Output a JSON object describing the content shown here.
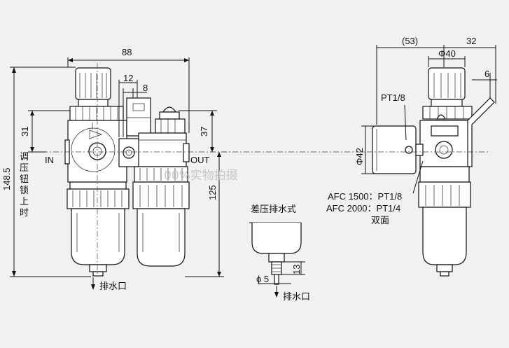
{
  "dimensions": {
    "width_88": "88",
    "d12": "12",
    "d8": "8",
    "d31": "31",
    "d37": "37",
    "d125": "125",
    "d148_5": "148.5",
    "d53": "(53)",
    "d32": "32",
    "phi40": "Φ40",
    "d6": "6",
    "phi42": "Φ42",
    "d13": "13",
    "phi5": "ϕ 5"
  },
  "labels": {
    "inlet": "IN",
    "outlet": "OUT",
    "knob_chars": [
      "调",
      "压",
      "钮",
      "锁",
      "上",
      "时"
    ],
    "drain_port": "排水口",
    "drain_port_2": "排水口",
    "diff_pressure_drain": "差压排水式",
    "pt18": "PT1/8",
    "afc1500": "AFC 1500：PT1/8",
    "afc2000": "AFC 2000：PT1/4",
    "double_face": "双面"
  },
  "watermark": "00%实物拍摄",
  "colors": {
    "background": "#f1f1f1",
    "line": "#111111",
    "watermark": "#c8c8c8"
  }
}
